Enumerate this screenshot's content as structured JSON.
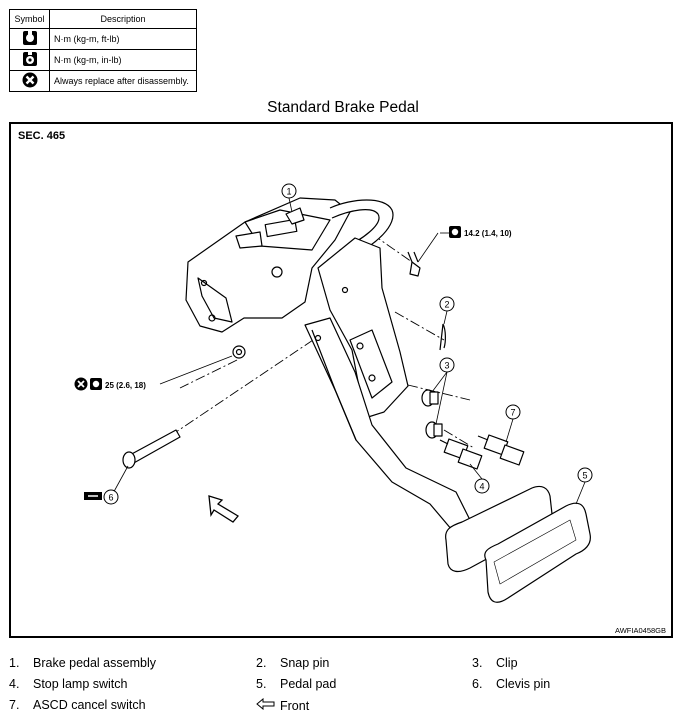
{
  "legend": {
    "header_symbol": "Symbol",
    "header_description": "Description",
    "rows": [
      {
        "icon": "torque-wrench-icon",
        "description": "N·m (kg-m, ft-lb)"
      },
      {
        "icon": "torque-wrench-alt-icon",
        "description": "N·m (kg-m, in-lb)"
      },
      {
        "icon": "always-replace-icon",
        "description": "Always replace after disassembly."
      }
    ]
  },
  "title": "Standard Brake Pedal",
  "section": "SEC. 465",
  "torque_upper": "14.2 (1.4, 10)",
  "torque_lower": "25 (2.6, 18)",
  "callouts": [
    "1",
    "2",
    "3",
    "4",
    "5",
    "6",
    "7"
  ],
  "figure_code": "AWFIA0458GB",
  "parts": [
    {
      "num": "1.",
      "name": "Brake pedal assembly"
    },
    {
      "num": "2.",
      "name": "Snap pin"
    },
    {
      "num": "3.",
      "name": "Clip"
    },
    {
      "num": "4.",
      "name": "Stop lamp switch"
    },
    {
      "num": "5.",
      "name": "Pedal pad"
    },
    {
      "num": "6.",
      "name": "Clevis pin"
    },
    {
      "num": "7.",
      "name": "ASCD cancel switch"
    }
  ],
  "front_label": "Front"
}
